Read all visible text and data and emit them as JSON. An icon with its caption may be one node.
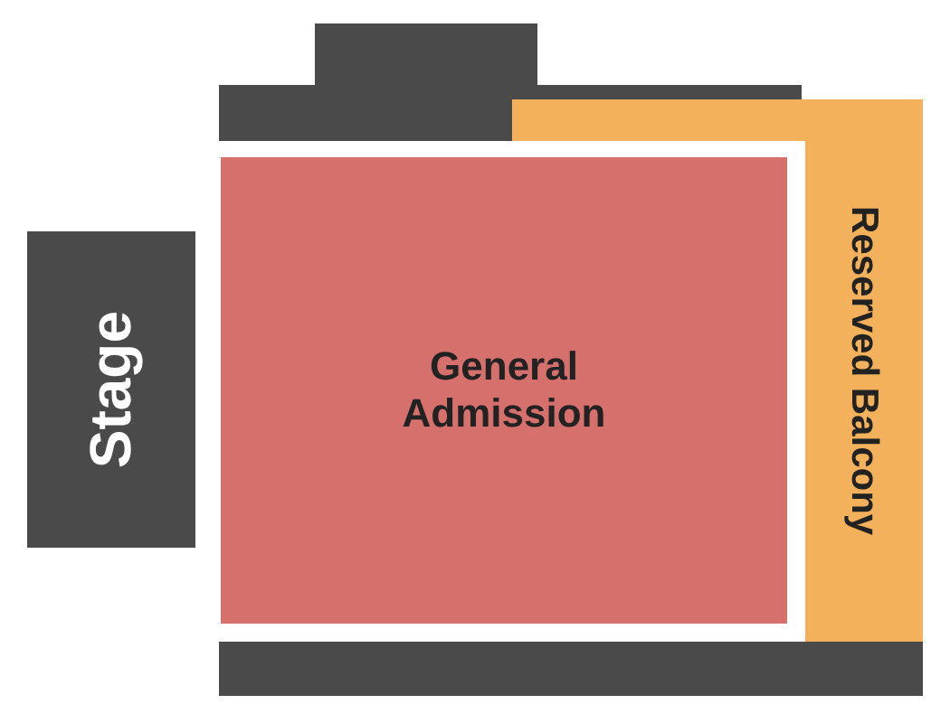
{
  "diagram": {
    "nodes": [
      {
        "text": [],
        "shape": "box"
      },
      {
        "text": [],
        "shape": "box"
      },
      {
        "text": [
          "Stage"
        ]
      },
      {
        "text": [
          "General Admission"
        ]
      },
      {
        "text": [
          "Reserved Balcony"
        ]
      },
      {
        "text": [],
        "shape": "box"
      }
    ],
    "edges": []
  }
}
